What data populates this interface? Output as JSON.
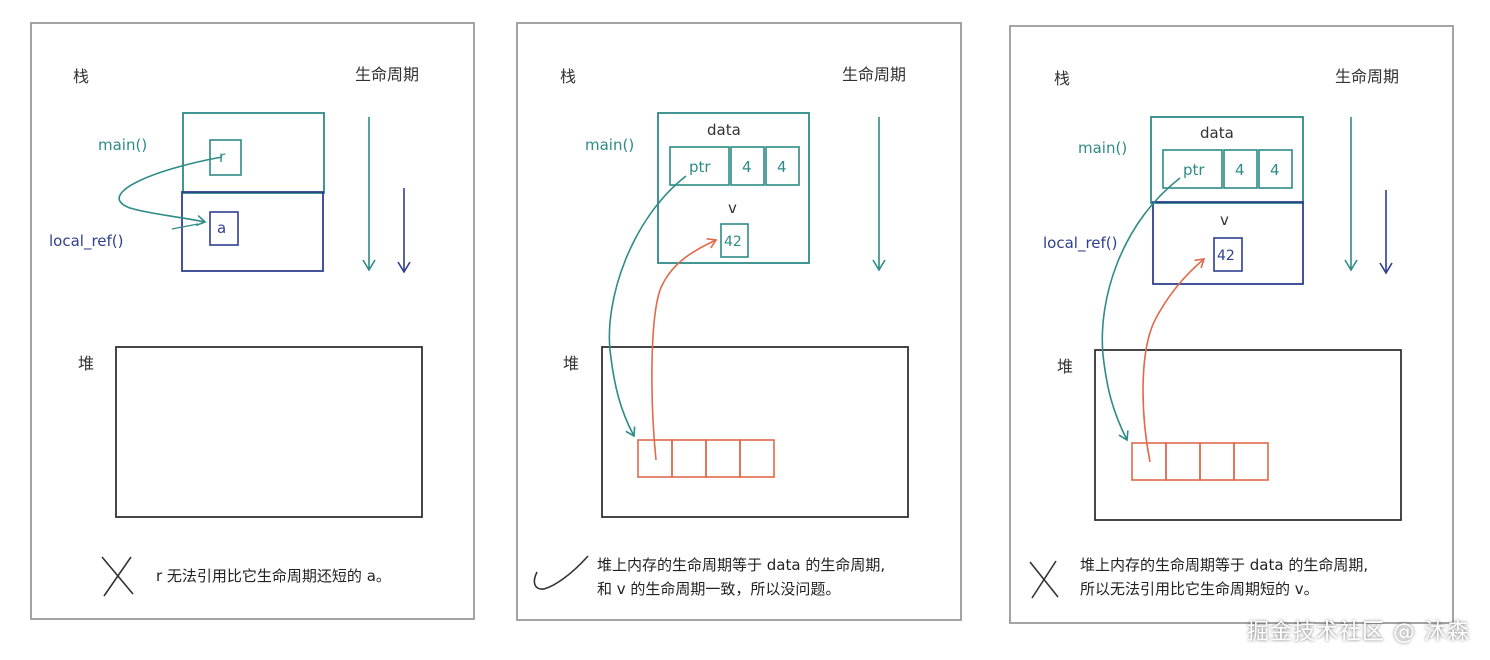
{
  "colors": {
    "teal": "#2e8b86",
    "navy": "#2f3f8f",
    "orange": "#e06a4c",
    "gray": "#9a9a9a",
    "dark": "#333333"
  },
  "panels": [
    {
      "stack_label": "栈",
      "lifetime_label": "生命周期",
      "heap_label": "堆",
      "main_label": "main()",
      "local_ref_label": "local_ref()",
      "r_label": "r",
      "a_label": "a",
      "mark": "cross",
      "caption_lines": [
        "r 无法引用比它生命周期还短的 a。"
      ]
    },
    {
      "stack_label": "栈",
      "lifetime_label": "生命周期",
      "heap_label": "堆",
      "main_label": "main()",
      "data_label": "data",
      "ptr_label": "ptr",
      "len_label": "4",
      "cap_label": "4",
      "v_label": "v",
      "v_value": "42",
      "mark": "check",
      "caption_lines": [
        "堆上内存的生命周期等于 data 的生命周期,",
        "和 v 的生命周期一致，所以没问题。"
      ]
    },
    {
      "stack_label": "栈",
      "lifetime_label": "生命周期",
      "heap_label": "堆",
      "main_label": "main()",
      "local_ref_label": "local_ref()",
      "data_label": "data",
      "ptr_label": "ptr",
      "len_label": "4",
      "cap_label": "4",
      "v_label": "v",
      "v_value": "42",
      "mark": "cross",
      "caption_lines": [
        "堆上内存的生命周期等于 data 的生命周期,",
        "所以无法引用比它生命周期短的 v。"
      ]
    }
  ],
  "watermark": "掘金技术社区 @ 沐森"
}
